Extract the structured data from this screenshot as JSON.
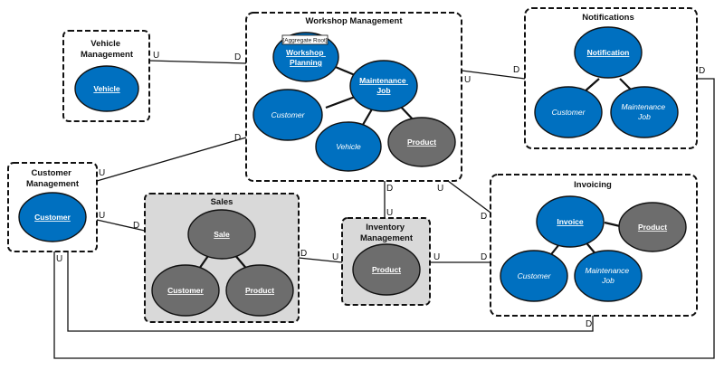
{
  "contexts": {
    "vehicle_management": {
      "title": [
        "Vehicle",
        "Management"
      ]
    },
    "workshop_management": {
      "title": [
        "Workshop Management"
      ]
    },
    "notifications": {
      "title": [
        "Notifications"
      ]
    },
    "customer_management": {
      "title": [
        "Customer",
        "Management"
      ]
    },
    "sales": {
      "title": [
        "Sales"
      ]
    },
    "inventory_management": {
      "title": [
        "Inventory",
        "Management"
      ]
    },
    "invoicing": {
      "title": [
        "Invoicing"
      ]
    }
  },
  "aggregate_tag": "[Aggregate Root]",
  "entities": {
    "vehicle_mgmt_vehicle": [
      "Vehicle"
    ],
    "workshop_planning": [
      "Workshop",
      "Planning"
    ],
    "ws_maintenance_job": [
      "Maintenance",
      "Job"
    ],
    "ws_customer": [
      "Customer"
    ],
    "ws_vehicle": [
      "Vehicle"
    ],
    "ws_product": [
      "Product"
    ],
    "notification": [
      "Notification"
    ],
    "notif_customer": [
      "Customer"
    ],
    "notif_maintenance_job": [
      "Maintenance",
      "Job"
    ],
    "cm_customer": [
      "Customer"
    ],
    "sale": [
      "Sale"
    ],
    "sales_customer": [
      "Customer"
    ],
    "sales_product": [
      "Product"
    ],
    "inv_product": [
      "Product"
    ],
    "invoice": [
      "Invoice"
    ],
    "invoice_product": [
      "Product"
    ],
    "invoice_customer": [
      "Customer"
    ],
    "invoice_maintenance_job": [
      "Maintenance",
      "Job"
    ]
  },
  "relation_labels": {
    "vm_ws_upstream": "U",
    "vm_ws_downstream": "D",
    "ws_notif_upstream": "U",
    "ws_notif_downstream": "D",
    "cm_ws_upstream": "U",
    "cm_ws_downstream": "D",
    "cm_sales_upstream": "U",
    "cm_sales_downstream": "D",
    "ws_inv_downstream": "D",
    "ws_inv_upstream": "U",
    "ws_invoicing_upstream": "U",
    "ws_invoicing_downstream": "D",
    "sales_inv_downstream": "D",
    "sales_inv_upstream": "U",
    "inv_invoicing_upstream": "U",
    "inv_invoicing_downstream": "D",
    "notif_loop_downstream": "D",
    "cm_loop_upstream": "U",
    "invoicing_loop_downstream": "D"
  }
}
